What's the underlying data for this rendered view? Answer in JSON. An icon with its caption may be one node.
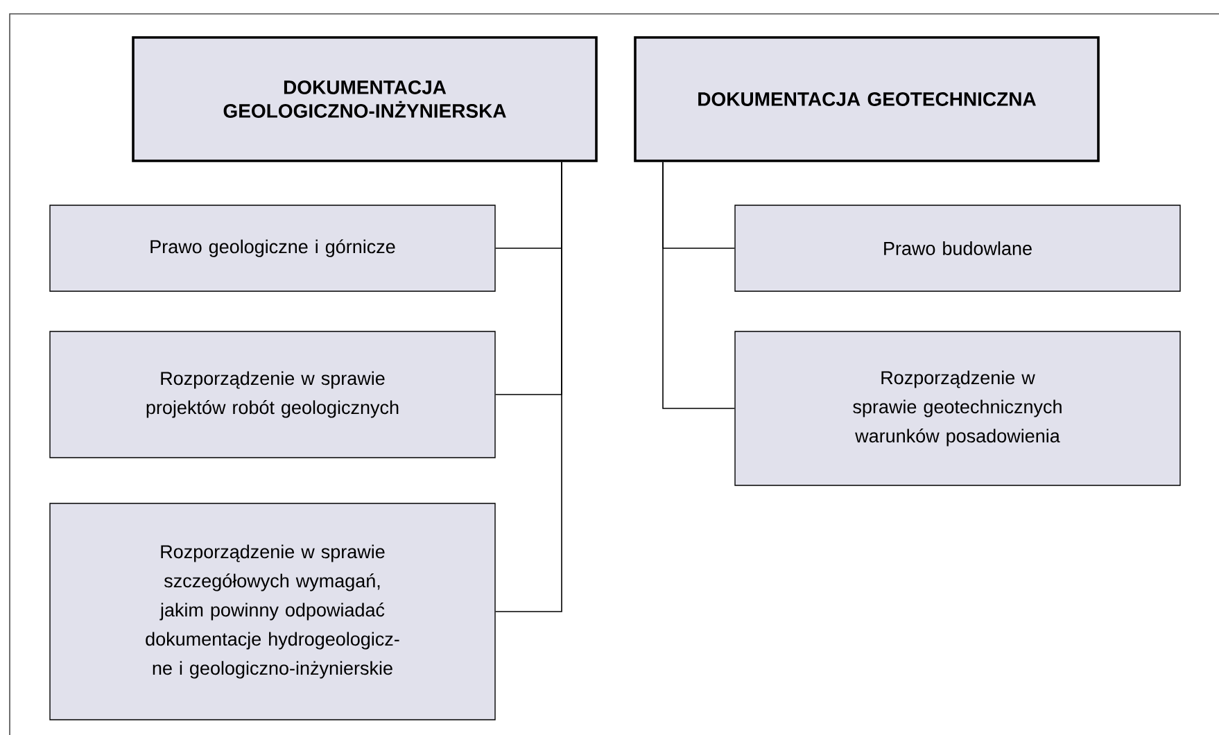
{
  "diagram": {
    "nodes": [
      {
        "text": [
          "DOKUMENTACJA GEOLOGICZNO-INŻYNIERSKA"
        ]
      },
      {
        "text": [
          "Prawo geologiczne i górnicze"
        ]
      },
      {
        "text": [
          "Rozporządzenie w sprawie projektów robót geologicznych"
        ]
      },
      {
        "text": [
          "Rozporządzenie w sprawie szczegółowych wymagań, jakim powinny odpowiadać dokumentacje hydrogeologicz- ne i geologiczno-inżynierskie"
        ]
      },
      {
        "text": [
          "DOKUMENTACJA GEOTECHNICZNA"
        ]
      },
      {
        "text": [
          "Prawo budowlane"
        ]
      },
      {
        "text": [
          "Rozporządzenie w sprawie geotechnicznych warunków posadowienia"
        ]
      }
    ],
    "edges": [
      {
        "from": 0,
        "to": 1,
        "arrow": "none"
      },
      {
        "from": 0,
        "to": 2,
        "arrow": "none"
      },
      {
        "from": 0,
        "to": 3,
        "arrow": "none"
      },
      {
        "from": 4,
        "to": 5,
        "arrow": "none"
      },
      {
        "from": 4,
        "to": 6,
        "arrow": "none"
      }
    ]
  }
}
